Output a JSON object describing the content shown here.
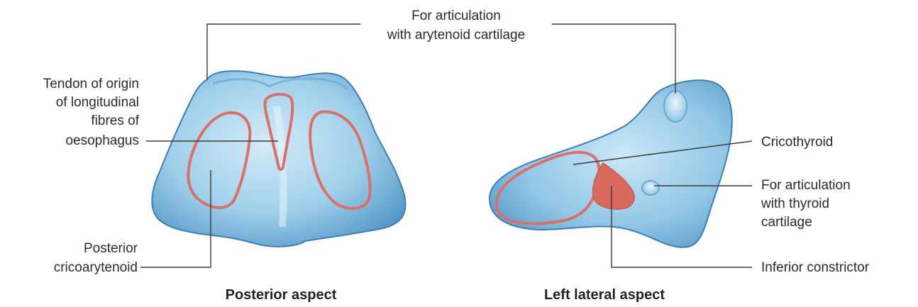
{
  "labels": {
    "arytenoid_line1": "For articulation",
    "arytenoid_line2": "with arytenoid cartilage",
    "tendon_line1": "Tendon of origin",
    "tendon_line2": "of longitudinal",
    "tendon_line3": "fibres of",
    "tendon_line4": "oesophagus",
    "pca_line1": "Posterior",
    "pca_line2": "cricoarytenoid",
    "cricothyroid": "Cricothyroid",
    "thyroid_line1": "For articulation",
    "thyroid_line2": "with thyroid",
    "thyroid_line3": "cartilage",
    "inferior_constrictor": "Inferior constrictor"
  },
  "captions": {
    "posterior": "Posterior aspect",
    "lateral": "Left lateral aspect"
  },
  "colors": {
    "cartilage_light": "#c6e4f4",
    "cartilage_mid": "#8ec4e4",
    "cartilage_dark": "#4b8fc1",
    "cartilage_edge": "#3d7fb2",
    "muscle_outline": "#d9706a",
    "muscle_fill": "#d86a5f",
    "leader": "#3a3a3a"
  }
}
